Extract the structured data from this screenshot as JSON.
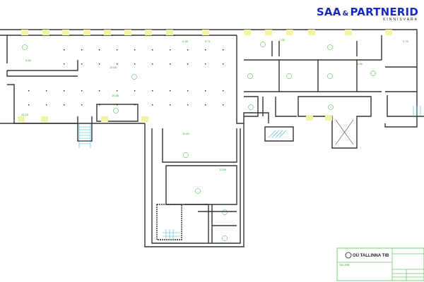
{
  "logo": {
    "brand_left": "SAA",
    "amp": "&",
    "brand_right": "PARTNERID",
    "subtitle": "KINNISVARA"
  },
  "room_labels": [
    "5,50",
    "2,28",
    "6,71",
    "19,56",
    "12,19",
    "11,60",
    "19,56",
    "12,59",
    "7,05",
    "5,96",
    "3,76"
  ],
  "title_block": {
    "company": "OÜ TALLINNA TIB",
    "address": "TALLINN"
  },
  "colors": {
    "wall": "#333333",
    "window": "#f3f3a8",
    "text": "#22aa22",
    "stairs": "#33bbcc",
    "brand": "#1a2ac0"
  }
}
